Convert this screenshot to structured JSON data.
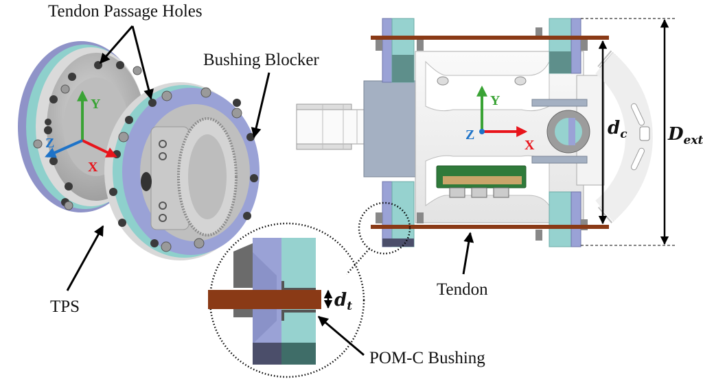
{
  "figure": {
    "labels": {
      "tendon_passage_holes": "Tendon Passage Holes",
      "bushing_blocker": "Bushing Blocker",
      "tps": "TPS",
      "tendon": "Tendon",
      "pom_c_bushing": "POM-C Bushing"
    },
    "dimensions": {
      "d_c": {
        "base": "d",
        "sub": "c"
      },
      "d_ext": {
        "base": "D",
        "sub": "ext"
      },
      "d_t": {
        "base": "d",
        "sub": "t"
      }
    },
    "axes": {
      "x": "X",
      "y": "Y",
      "z": "Z"
    },
    "colors": {
      "x_axis": "#e8141b",
      "y_axis": "#3aa335",
      "z_axis": "#1e73c8",
      "tendon": "#8a3a16",
      "bushing_blocker": "#9aa2d6",
      "tps": "#96d2cf",
      "housing": "#e9e9e9"
    }
  }
}
